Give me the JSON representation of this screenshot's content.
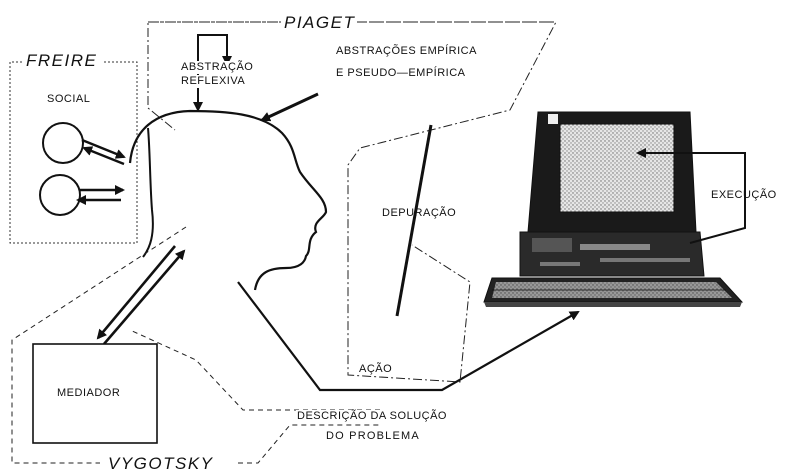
{
  "labels": {
    "freire": "FREIRE",
    "social": "SOCIAL",
    "piaget": "PIAGET",
    "abstracao_reflexiva_1": "ABSTRAÇÃO",
    "abstracao_reflexiva_2": "REFLEXIVA",
    "abstracoes_empirica_1": "ABSTRAÇÕES EMPÍRICA",
    "abstracoes_empirica_2": "E PSEUDO—EMPÍRICA",
    "depuracao": "DEPURAÇÃO",
    "execucao": "EXECUÇÃO",
    "acao": "AÇÃO",
    "mediador": "MEDIADOR",
    "descricao_1": "DESCRIÇÃO DA SOLUÇÃO",
    "descricao_2": "DO PROBLEMA",
    "vygotsky": "VYGOTSKY"
  },
  "colors": {
    "ink": "#111111",
    "screen": "#d9d9d9",
    "paper": "#ffffff"
  }
}
